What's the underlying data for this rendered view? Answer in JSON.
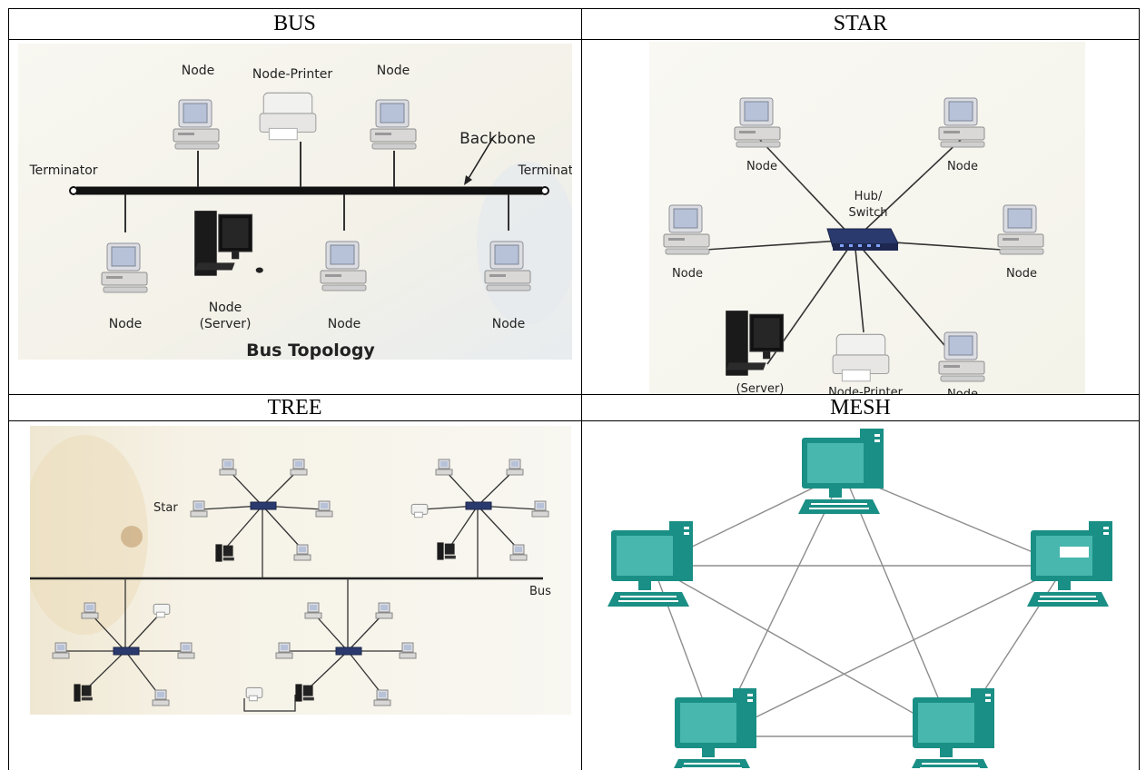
{
  "headers": {
    "bus": "BUS",
    "star": "STAR",
    "tree": "TREE",
    "mesh": "MESH"
  },
  "bus": {
    "backbone": "Backbone",
    "terminator_left": "Terminator",
    "terminator_right": "Terminator",
    "node": "Node",
    "node_printer": "Node-Printer",
    "server_line1": "Node",
    "server_line2": "(Server)",
    "title": "Bus Topology"
  },
  "star": {
    "node": "Node",
    "hub_line1": "Hub/",
    "hub_line2": "Switch",
    "server": "(Server)",
    "node_printer": "Node-Printer"
  },
  "tree": {
    "star": "Star",
    "bus": "Bus"
  },
  "colors": {
    "node_teal": "#1a8f85",
    "node_screen": "#48b7ae",
    "hub": "#2b3a6e",
    "backbone": "#111111"
  }
}
